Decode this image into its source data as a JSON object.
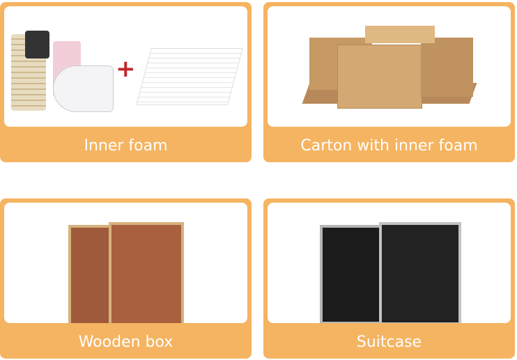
{
  "cards": [
    {
      "label": "Inner foam"
    },
    {
      "label": "Carton with inner foam"
    },
    {
      "label": "Wooden box"
    },
    {
      "label": "Suitcase"
    }
  ],
  "colors": {
    "card": "#f5b461",
    "label_text": "#ffffff"
  }
}
